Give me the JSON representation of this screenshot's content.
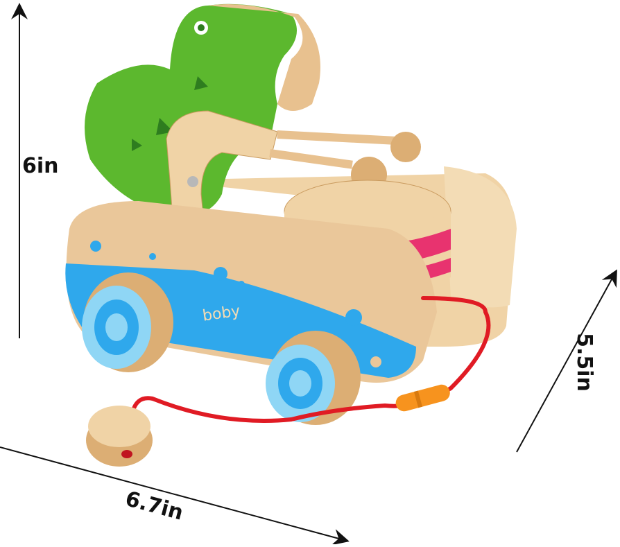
{
  "image": {
    "subject": "Wooden pull-along crocodile drum toy with dimension annotations",
    "background_color": "#ffffff"
  },
  "dimensions": {
    "height": {
      "label": "6in",
      "orientation": "vertical"
    },
    "length": {
      "label": "6.7in",
      "orientation": "diagonal-bottom"
    },
    "width": {
      "label": "5.5in",
      "orientation": "diagonal-right"
    }
  },
  "product": {
    "brand_mark": "boby",
    "colors": {
      "wood": "#e8c18f",
      "blue": "#2fa8ec",
      "light_blue": "#8fd6f5",
      "green": "#5cb82e",
      "pink": "#e8336f",
      "red_string": "#e01b24",
      "orange_bead": "#f7931e"
    }
  }
}
